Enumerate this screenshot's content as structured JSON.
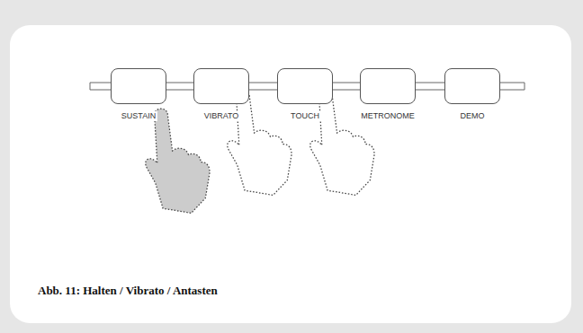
{
  "diagram": {
    "caption": "Abb. 11: Halten / Vibrato / Antasten",
    "nodes": [
      {
        "text": [
          "SUSTAIN"
        ]
      },
      {
        "text": [
          "VIBRATO"
        ]
      },
      {
        "text": [
          "TOUCH"
        ]
      },
      {
        "text": [
          "METRONOME"
        ]
      },
      {
        "text": [
          "DEMO"
        ]
      }
    ],
    "edges": [
      {
        "from": 0,
        "to": 1,
        "arrow": "none"
      },
      {
        "from": 1,
        "to": 2,
        "arrow": "none"
      },
      {
        "from": 2,
        "to": 3,
        "arrow": "none"
      },
      {
        "from": 3,
        "to": 4,
        "arrow": "none"
      }
    ]
  }
}
